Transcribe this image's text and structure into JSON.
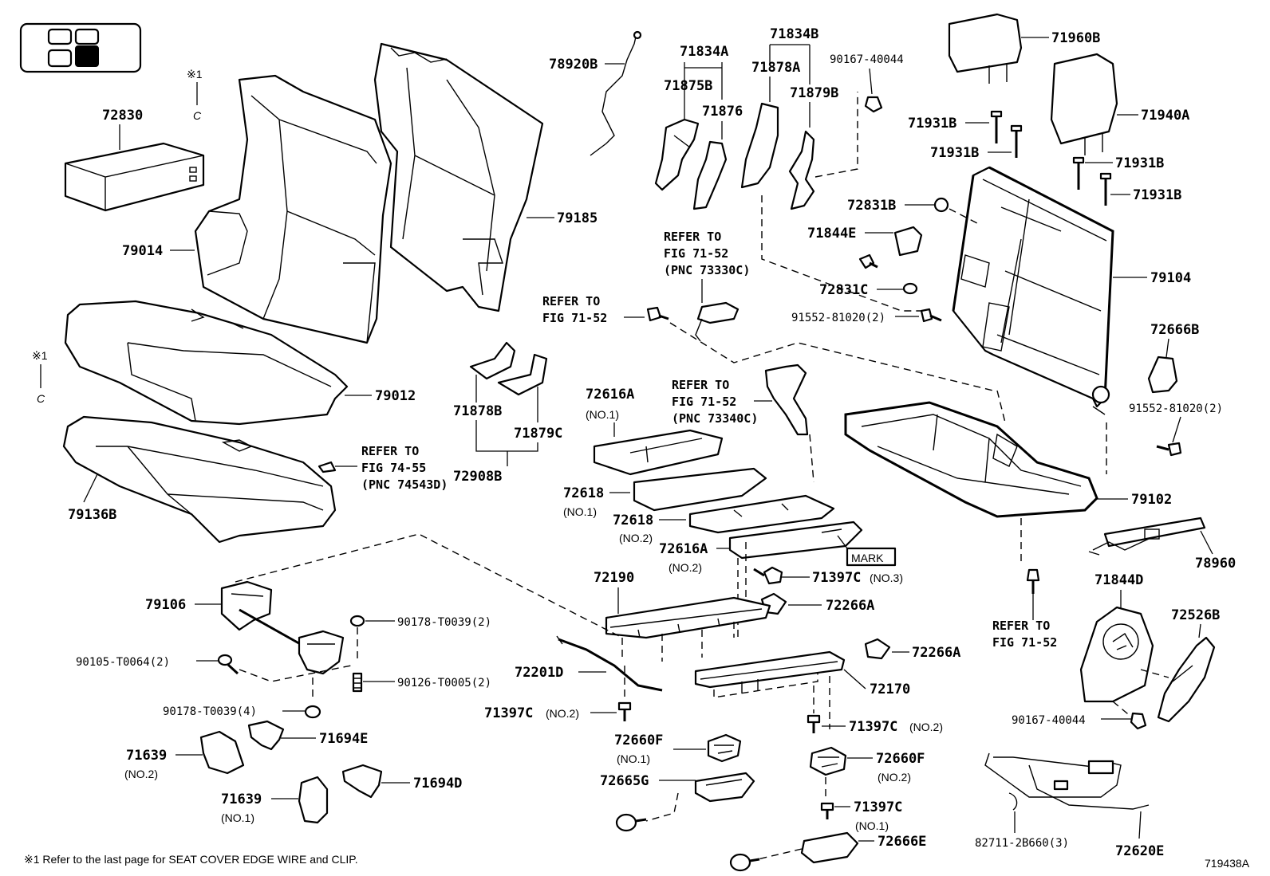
{
  "figure_id": "719438A",
  "footnote": "※1  Refer to the last page for SEAT COVER EDGE WIRE and CLIP.",
  "note_marker": "※1",
  "clip_symbol": "C",
  "mark_box": "MARK",
  "refer_to": "REFER TO",
  "fig_71_52": "FIG 71-52",
  "fig_74_55": "FIG 74-55",
  "pnc_73330c": "(PNC 73330C)",
  "pnc_73340c": "(PNC 73340C)",
  "pnc_74543d": "(PNC 74543D)",
  "parts": {
    "p72830": "72830",
    "p79014": "79014",
    "p79185": "79185",
    "p79012": "79012",
    "p79136b": "79136B",
    "p78920b": "78920B",
    "p71834a": "71834A",
    "p71875b": "71875B",
    "p71876": "71876",
    "p71834b": "71834B",
    "p71878a": "71878A",
    "p71879b": "71879B",
    "p90167_40044_top": "90167-40044",
    "p71960b": "71960B",
    "p71940a": "71940A",
    "p71931b_1": "71931B",
    "p71931b_2": "71931B",
    "p71931b_3": "71931B",
    "p71931b_4": "71931B",
    "p72831b": "72831B",
    "p71844e": "71844E",
    "p72831c": "72831C",
    "p91552_81020_a": "91552-81020(2)",
    "p79104": "79104",
    "p72666b": "72666B",
    "p91552_81020_b": "91552-81020(2)",
    "p79102": "79102",
    "p78960": "78960",
    "p71878b": "71878B",
    "p71879c": "71879C",
    "p72908b": "72908B",
    "p72616a_1": "72616A",
    "p72616a_1_no": "(NO.1)",
    "p72618_1": "72618",
    "p72618_1_no": "(NO.1)",
    "p72618_2": "72618",
    "p72618_2_no": "(NO.2)",
    "p72616a_2": "72616A",
    "p72616a_2_no": "(NO.2)",
    "p71397c_3": "71397C",
    "p71397c_3_no": "(NO.3)",
    "p72266a_1": "72266A",
    "p72190": "72190",
    "p72266a_2": "72266A",
    "p72201d": "72201D",
    "p72170": "72170",
    "p71397c_2a": "71397C",
    "p71397c_2a_no": "(NO.2)",
    "p71397c_2b": "71397C",
    "p71397c_2b_no": "(NO.2)",
    "p72660f_1": "72660F",
    "p72660f_1_no": "(NO.1)",
    "p72660f_2": "72660F",
    "p72660f_2_no": "(NO.2)",
    "p72665g": "72665G",
    "p71397c_1": "71397C",
    "p71397c_1_no": "(NO.1)",
    "p72666e": "72666E",
    "p71844d": "71844D",
    "p72526b": "72526B",
    "p90167_40044_bot": "90167-40044",
    "p82711": "82711-2B660(3)",
    "p72620e": "72620E",
    "p79106": "79106",
    "p90178_t0039_2": "90178-T0039(2)",
    "p90105_t0064": "90105-T0064(2)",
    "p90126_t0005": "90126-T0005(2)",
    "p90178_t0039_4": "90178-T0039(4)",
    "p71639_2": "71639",
    "p71639_2_no": "(NO.2)",
    "p71694e": "71694E",
    "p71639_1": "71639",
    "p71639_1_no": "(NO.1)",
    "p71694d": "71694D"
  }
}
